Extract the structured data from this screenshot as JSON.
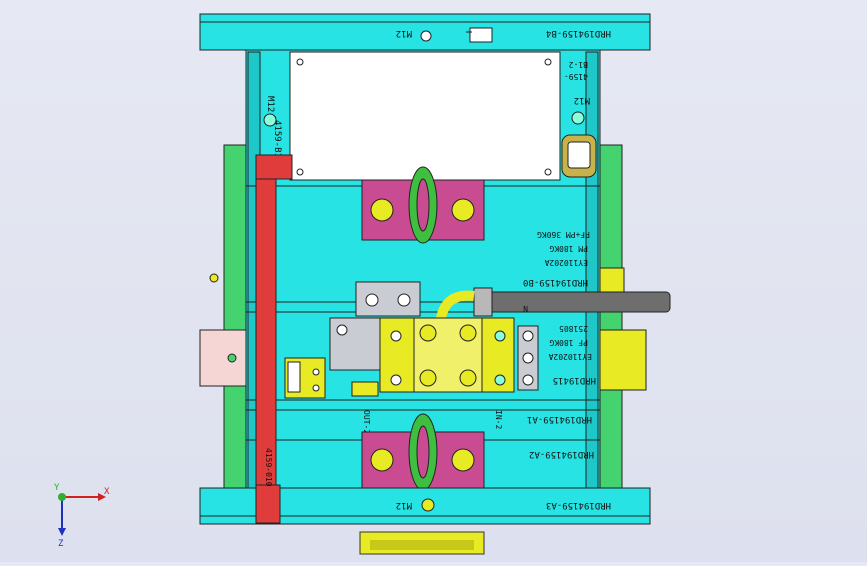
{
  "viewport": {
    "background": "#e2e5f0"
  },
  "colors": {
    "plate": "#27e3e3",
    "plate_dark": "#1fb8b8",
    "green_rail": "#44d36e",
    "magenta_block": "#c94c93",
    "yellow": "#e8ea24",
    "red_bar": "#e03c3c",
    "white_window": "#ffffff",
    "grey_block": "#c9cdd3",
    "hose": "#6e6e6e",
    "pink_block": "#f6d6d4",
    "ring_green": "#3fbf3f"
  },
  "labels": {
    "top_id": "HRD194159-B4",
    "top_m12": "M12",
    "b1_2": "B1-2",
    "part_4159": "4159-",
    "m12_right": "M12",
    "m12_left": "M12",
    "side_4159_b1": "4159-B1-1",
    "b0_id": "HRD194159-B0",
    "b0_line1": "EY110202A",
    "b0_line2": "PM 180KG",
    "b0_line3": "PF+PM 360KG",
    "mid_id": "HRD19415",
    "mid_line1": "251805",
    "mid_line2": "PF 180KG",
    "mid_line3": "EY110202A",
    "a1_id": "HRD194159-A1",
    "a2_id": "HRD194159-A2",
    "a3_id": "HRD194159-A3",
    "out2": "OUT-2",
    "in2": "IN-2",
    "bottom_m12": "M12",
    "red_bar_text": "4159-010",
    "small_n": "N",
    "axis_x": "X",
    "axis_y": "Y",
    "axis_z": "Z"
  },
  "icons": {
    "connector": "square-connector-icon",
    "screw": "hex-screw-icon",
    "ring": "lifting-ring-icon",
    "triad": "xyz-axis-triad-icon"
  }
}
